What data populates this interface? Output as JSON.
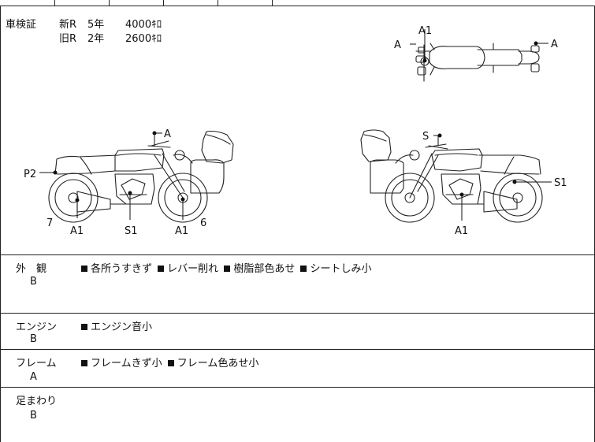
{
  "registration": {
    "label": "車検証",
    "entries": [
      {
        "type": "新R",
        "years": "5年",
        "fee": "4000ｷﾛ"
      },
      {
        "type": "旧R",
        "years": "2年",
        "fee": "2600ｷﾛ"
      }
    ]
  },
  "diagram_markers": {
    "top_view": {
      "left": "A",
      "center": "A1",
      "right": "A"
    },
    "left_view": {
      "top": "A",
      "rear": "P2",
      "bottom_left_number": "7",
      "bottom_a1_left": "A1",
      "bottom_s1": "S1",
      "bottom_a1_right": "A1",
      "bottom_right_number": "6"
    },
    "right_view": {
      "top": "S",
      "rear": "S1",
      "bottom": "A1"
    }
  },
  "condition_rows": [
    {
      "label": "外　観",
      "grade": "B",
      "notes": [
        "各所うすきず",
        "レバー削れ",
        "樹脂部色あせ",
        "シートしみ小"
      ]
    },
    {
      "label": "エンジン",
      "grade": "B",
      "notes": [
        "エンジン音小"
      ]
    },
    {
      "label": "フレーム",
      "grade": "A",
      "notes": [
        "フレームきず小",
        "フレーム色あせ小"
      ]
    },
    {
      "label": "足まわり",
      "grade": "B",
      "notes": []
    }
  ]
}
